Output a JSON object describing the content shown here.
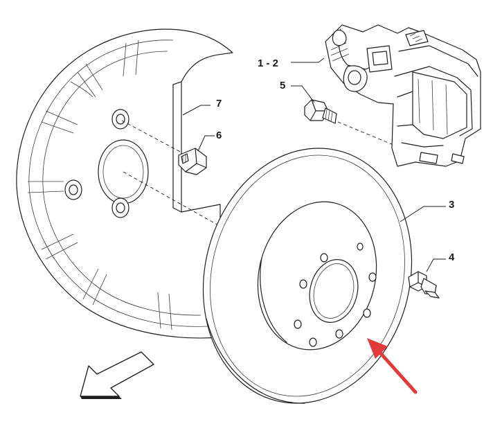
{
  "labels": {
    "caliper": "1 - 2",
    "caliper_bolt": "5",
    "shield_bolt": "6",
    "dust_shield": "7",
    "brake_disc": "3",
    "disc_screw": "4"
  },
  "colors": {
    "line": "#1e1e1e",
    "background": "#ffffff",
    "highlight_arrow": "#e03a3a"
  },
  "icons": {
    "direction_arrow": "hollow-arrow-pointing-down-left",
    "highlight_arrow": "red-arrow-pointing-up-left"
  }
}
